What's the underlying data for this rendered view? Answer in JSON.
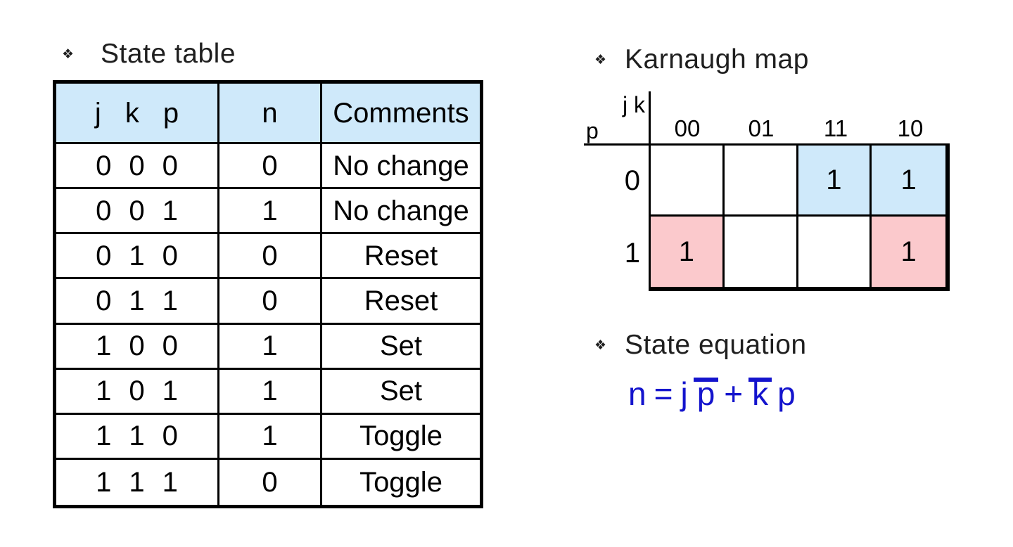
{
  "slide": {
    "background": "#ffffff",
    "bullet_glyph": "❖"
  },
  "state_table": {
    "title": "State table",
    "header": {
      "inputs": [
        "j",
        "k",
        "p"
      ],
      "output": "n",
      "comments": "Comments"
    },
    "rows": [
      {
        "j": "0",
        "k": "0",
        "p": "0",
        "n": "0",
        "comment": "No change"
      },
      {
        "j": "0",
        "k": "0",
        "p": "1",
        "n": "1",
        "comment": "No change"
      },
      {
        "j": "0",
        "k": "1",
        "p": "0",
        "n": "0",
        "comment": "Reset"
      },
      {
        "j": "0",
        "k": "1",
        "p": "1",
        "n": "0",
        "comment": "Reset"
      },
      {
        "j": "1",
        "k": "0",
        "p": "0",
        "n": "1",
        "comment": "Set"
      },
      {
        "j": "1",
        "k": "0",
        "p": "1",
        "n": "1",
        "comment": "Set"
      },
      {
        "j": "1",
        "k": "1",
        "p": "0",
        "n": "1",
        "comment": "Toggle"
      },
      {
        "j": "1",
        "k": "1",
        "p": "1",
        "n": "0",
        "comment": "Toggle"
      }
    ]
  },
  "karnaugh_map": {
    "title": "Karnaugh map",
    "col_axis_label": "j k",
    "row_axis_label": "p",
    "col_labels": [
      "00",
      "01",
      "11",
      "10"
    ],
    "row_labels": [
      "0",
      "1"
    ],
    "cells": [
      [
        {
          "value": "",
          "highlight": ""
        },
        {
          "value": "",
          "highlight": ""
        },
        {
          "value": "1",
          "highlight": "blue"
        },
        {
          "value": "1",
          "highlight": "blue"
        }
      ],
      [
        {
          "value": "1",
          "highlight": "pink"
        },
        {
          "value": "",
          "highlight": ""
        },
        {
          "value": "",
          "highlight": ""
        },
        {
          "value": "1",
          "highlight": "pink"
        }
      ]
    ]
  },
  "state_equation": {
    "title": "State equation",
    "lhs": "n",
    "equals": "=",
    "term1": {
      "coeff": "j",
      "barred": "p"
    },
    "plus": "+",
    "term2": {
      "barred": "k",
      "var": "p"
    },
    "display": "n = j p̅ + k̅ p"
  },
  "colors": {
    "table_header_fill": "#cfe9fa",
    "kmap_blue_fill": "#cfe9fa",
    "kmap_pink_fill": "#fbc9cc",
    "equation_blue": "#1414cd",
    "line_black": "#000000"
  }
}
